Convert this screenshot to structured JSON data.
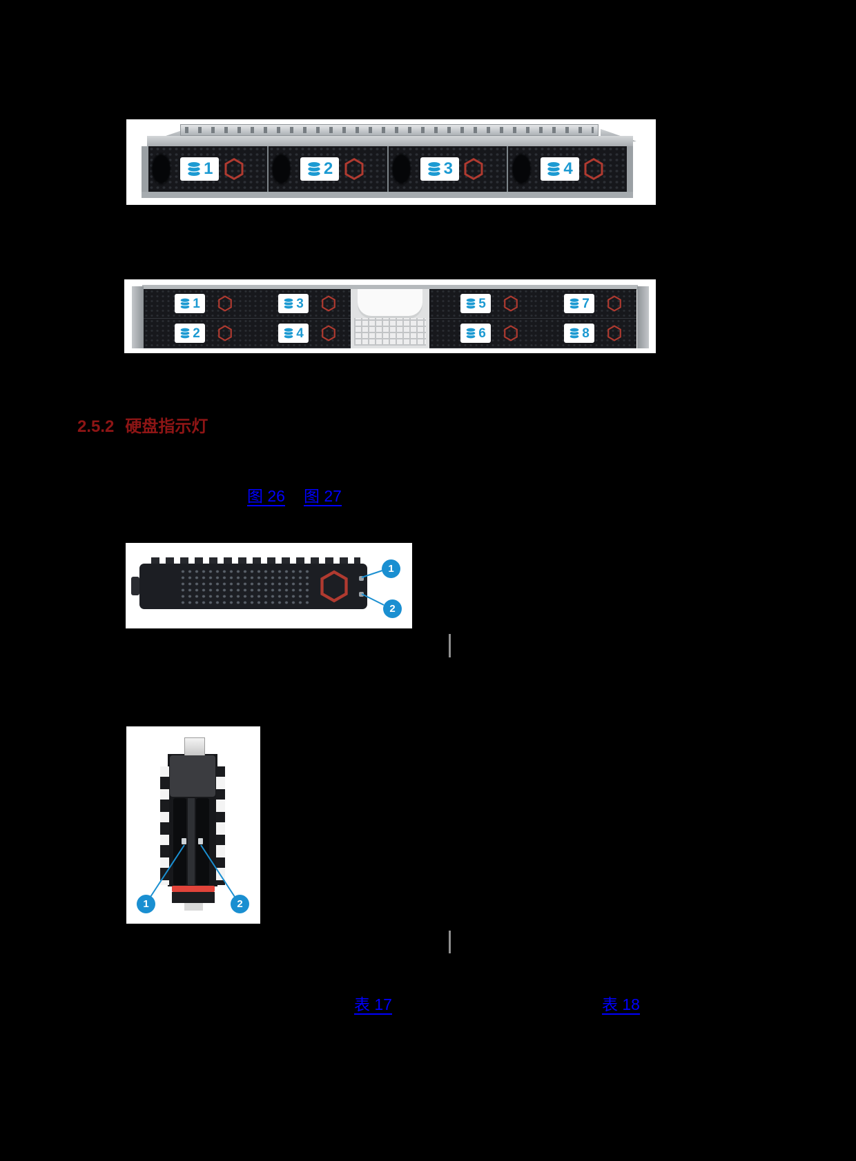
{
  "page": {
    "background": "#000000"
  },
  "heading": {
    "number": "2.5.2",
    "title": "硬盘指示灯"
  },
  "links": {
    "figure_26": "图 26",
    "figure_27": "图 27",
    "table_17": "表 17",
    "table_18": "表 18"
  },
  "figures": {
    "front_4bay": {
      "drives": [
        {
          "num": "1"
        },
        {
          "num": "2"
        },
        {
          "num": "3"
        },
        {
          "num": "4"
        }
      ]
    },
    "front_8bay": {
      "drives": [
        {
          "num": "1"
        },
        {
          "num": "2"
        },
        {
          "num": "3"
        },
        {
          "num": "4"
        },
        {
          "num": "5"
        },
        {
          "num": "6"
        },
        {
          "num": "7"
        },
        {
          "num": "8"
        }
      ]
    },
    "drive_front_leds": {
      "callouts": [
        {
          "num": "1"
        },
        {
          "num": "2"
        }
      ]
    },
    "drive_top_leds": {
      "callouts": [
        {
          "num": "1"
        },
        {
          "num": "2"
        }
      ]
    }
  },
  "icons": {
    "drive_label": "disk-stack-icon",
    "slot_ring": "hexagon-outline-icon",
    "callout": "numbered-circle-badge"
  },
  "colors": {
    "heading_red": "#8e1515",
    "link_blue": "#0000ff",
    "label_blue": "#1c9ad2",
    "callout_blue": "#1a8fd1",
    "hex_red": "#b03a30",
    "latch_red": "#e2443a",
    "divider_gray": "#8f8f8f"
  }
}
